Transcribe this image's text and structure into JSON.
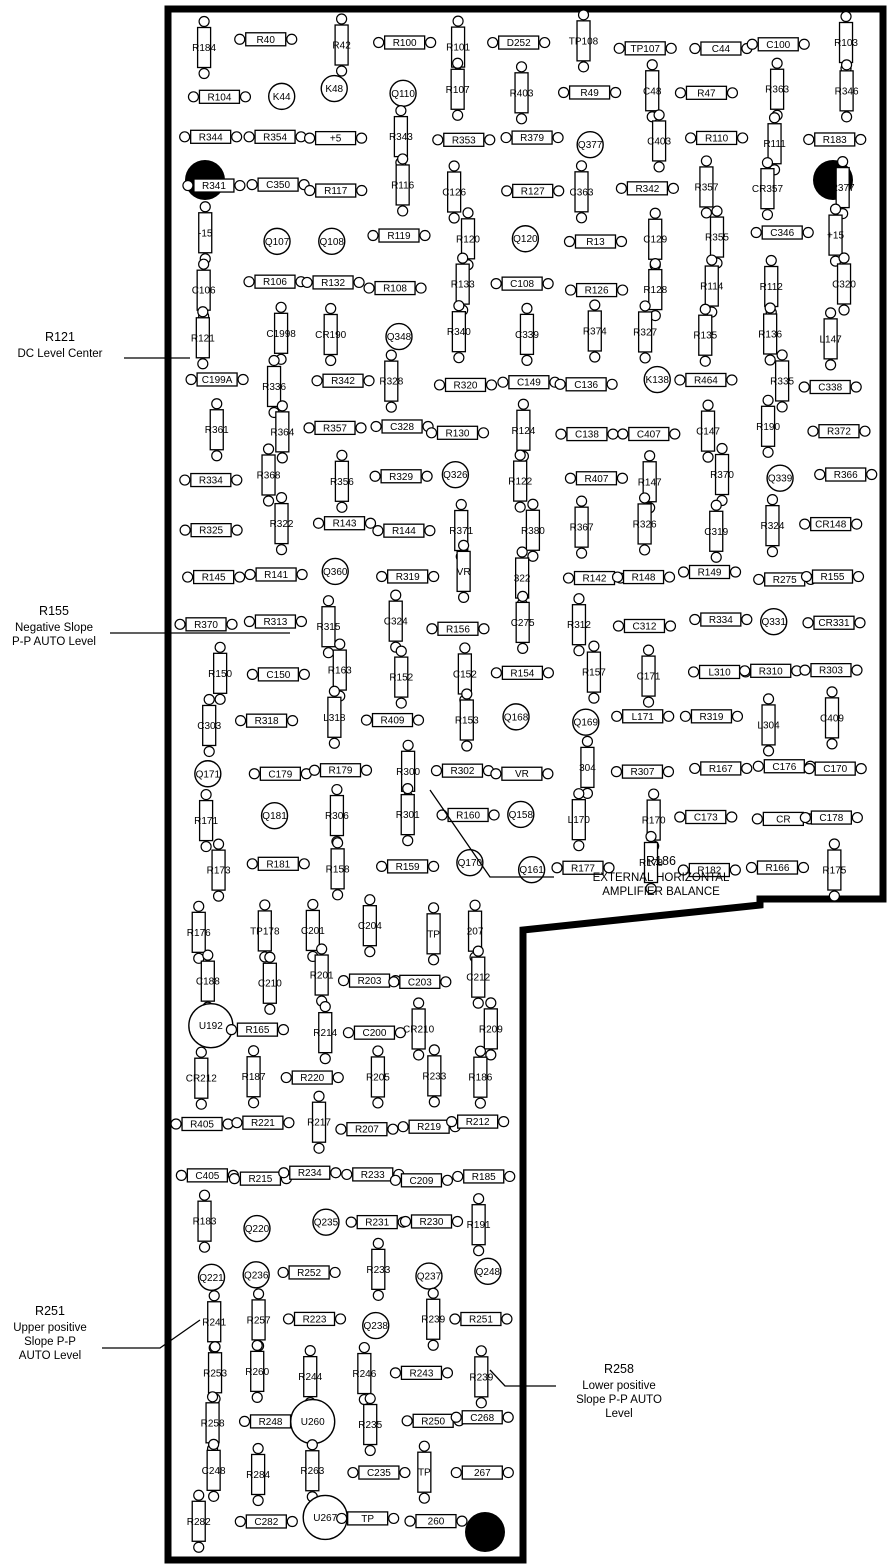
{
  "callouts": [
    {
      "ref": "R121",
      "desc": "DC Level Center"
    },
    {
      "ref": "R155",
      "desc": "Negative Slope\nP-P AUTO Level"
    },
    {
      "ref": "R186",
      "desc": "EXTERNAL HORIZONTAL\nAMPLIFIER BALANCE"
    },
    {
      "ref": "R251",
      "desc": "Upper positive\nSlope P-P\nAUTO Level"
    },
    {
      "ref": "R258",
      "desc": "Lower positive\nSlope P-P AUTO\nLevel"
    }
  ],
  "board_labels": [
    "R184",
    "R40",
    "R42",
    "R100",
    "R101",
    "D252",
    "TP108",
    "TP107",
    "C44",
    "C100",
    "R103",
    "R104",
    "K44",
    "K48",
    "Q110",
    "R107",
    "R403",
    "R49",
    "C48",
    "R47",
    "R363",
    "R346",
    "R344",
    "R354",
    "+5",
    "R343",
    "R353",
    "R379",
    "Q377",
    "C403",
    "R110",
    "R111",
    "R183",
    "R341",
    "C350",
    "R117",
    "R116",
    "C126",
    "R127",
    "C363",
    "R342",
    "R357",
    "CR357",
    "R377",
    "-15",
    "Q107",
    "Q108",
    "R119",
    "R120",
    "Q120",
    "R13",
    "C129",
    "R355",
    "C346",
    "+15",
    "C106",
    "R106",
    "R132",
    "R108",
    "R133",
    "C108",
    "R126",
    "R128",
    "R114",
    "R112",
    "C320",
    "R121",
    "C1998",
    "CR190",
    "Q348",
    "R340",
    "C339",
    "R374",
    "R327",
    "R135",
    "R136",
    "L147",
    "C199A",
    "R336",
    "R342",
    "R328",
    "R320",
    "C149",
    "C136",
    "K138",
    "R464",
    "R335",
    "C338",
    "R361",
    "R364",
    "R357",
    "C328",
    "R130",
    "R124",
    "C138",
    "C407",
    "C147",
    "R190",
    "R372",
    "R334",
    "R368",
    "R356",
    "R329",
    "Q326",
    "R122",
    "R407",
    "R147",
    "R370",
    "Q339",
    "R366",
    "R325",
    "R322",
    "R143",
    "R144",
    "R371",
    "R380",
    "R367",
    "R326",
    "C319",
    "R324",
    "CR148",
    "R145",
    "R141",
    "Q360",
    "R319",
    "VR",
    "322",
    "R142",
    "R148",
    "R149",
    "R275",
    "R155",
    "R370",
    "R313",
    "R315",
    "C324",
    "R156",
    "C275",
    "R312",
    "C312",
    "R334",
    "Q331",
    "CR331",
    "R150",
    "C150",
    "R163",
    "R152",
    "C152",
    "R154",
    "R157",
    "C171",
    "L310",
    "R310",
    "R303",
    "C303",
    "R318",
    "L318",
    "R409",
    "R153",
    "Q168",
    "Q169",
    "L171",
    "R319",
    "L304",
    "C409",
    "Q171",
    "C179",
    "R179",
    "R300",
    "R302",
    "VR",
    "304",
    "R307",
    "R167",
    "C176",
    "C170",
    "R171",
    "Q181",
    "R306",
    "R301",
    "R160",
    "Q158",
    "L170",
    "R170",
    "C173",
    "CR",
    "C178",
    "R173",
    "R181",
    "R158",
    "R159",
    "Q170",
    "Q161",
    "R177",
    "R178",
    "R182",
    "R166",
    "R175",
    "R176",
    "TP178",
    "C201",
    "C204",
    "TP",
    "207",
    "C188",
    "C210",
    "R201",
    "R203",
    "C203",
    "C212",
    "U192",
    "R165",
    "R214",
    "C200",
    "CR210",
    "R209",
    "CR212",
    "R187",
    "R220",
    "R205",
    "R233",
    "R186",
    "R405",
    "R221",
    "R217",
    "R207",
    "R219",
    "R212",
    "C405",
    "R215",
    "R234",
    "R233",
    "C209",
    "R185",
    "R183",
    "Q220",
    "Q235",
    "R231",
    "R230",
    "R191",
    "Q221",
    "Q236",
    "R252",
    "R233",
    "Q237",
    "Q248",
    "R241",
    "R257",
    "R223",
    "Q238",
    "R239",
    "R251",
    "R253",
    "R260",
    "R244",
    "R246",
    "R243",
    "R239",
    "R258",
    "R248",
    "U260",
    "R235",
    "R250",
    "C268",
    "C248",
    "R284",
    "R263",
    "C235",
    "TP",
    "267",
    "R282",
    "C282",
    "U267",
    "TP",
    "260"
  ]
}
